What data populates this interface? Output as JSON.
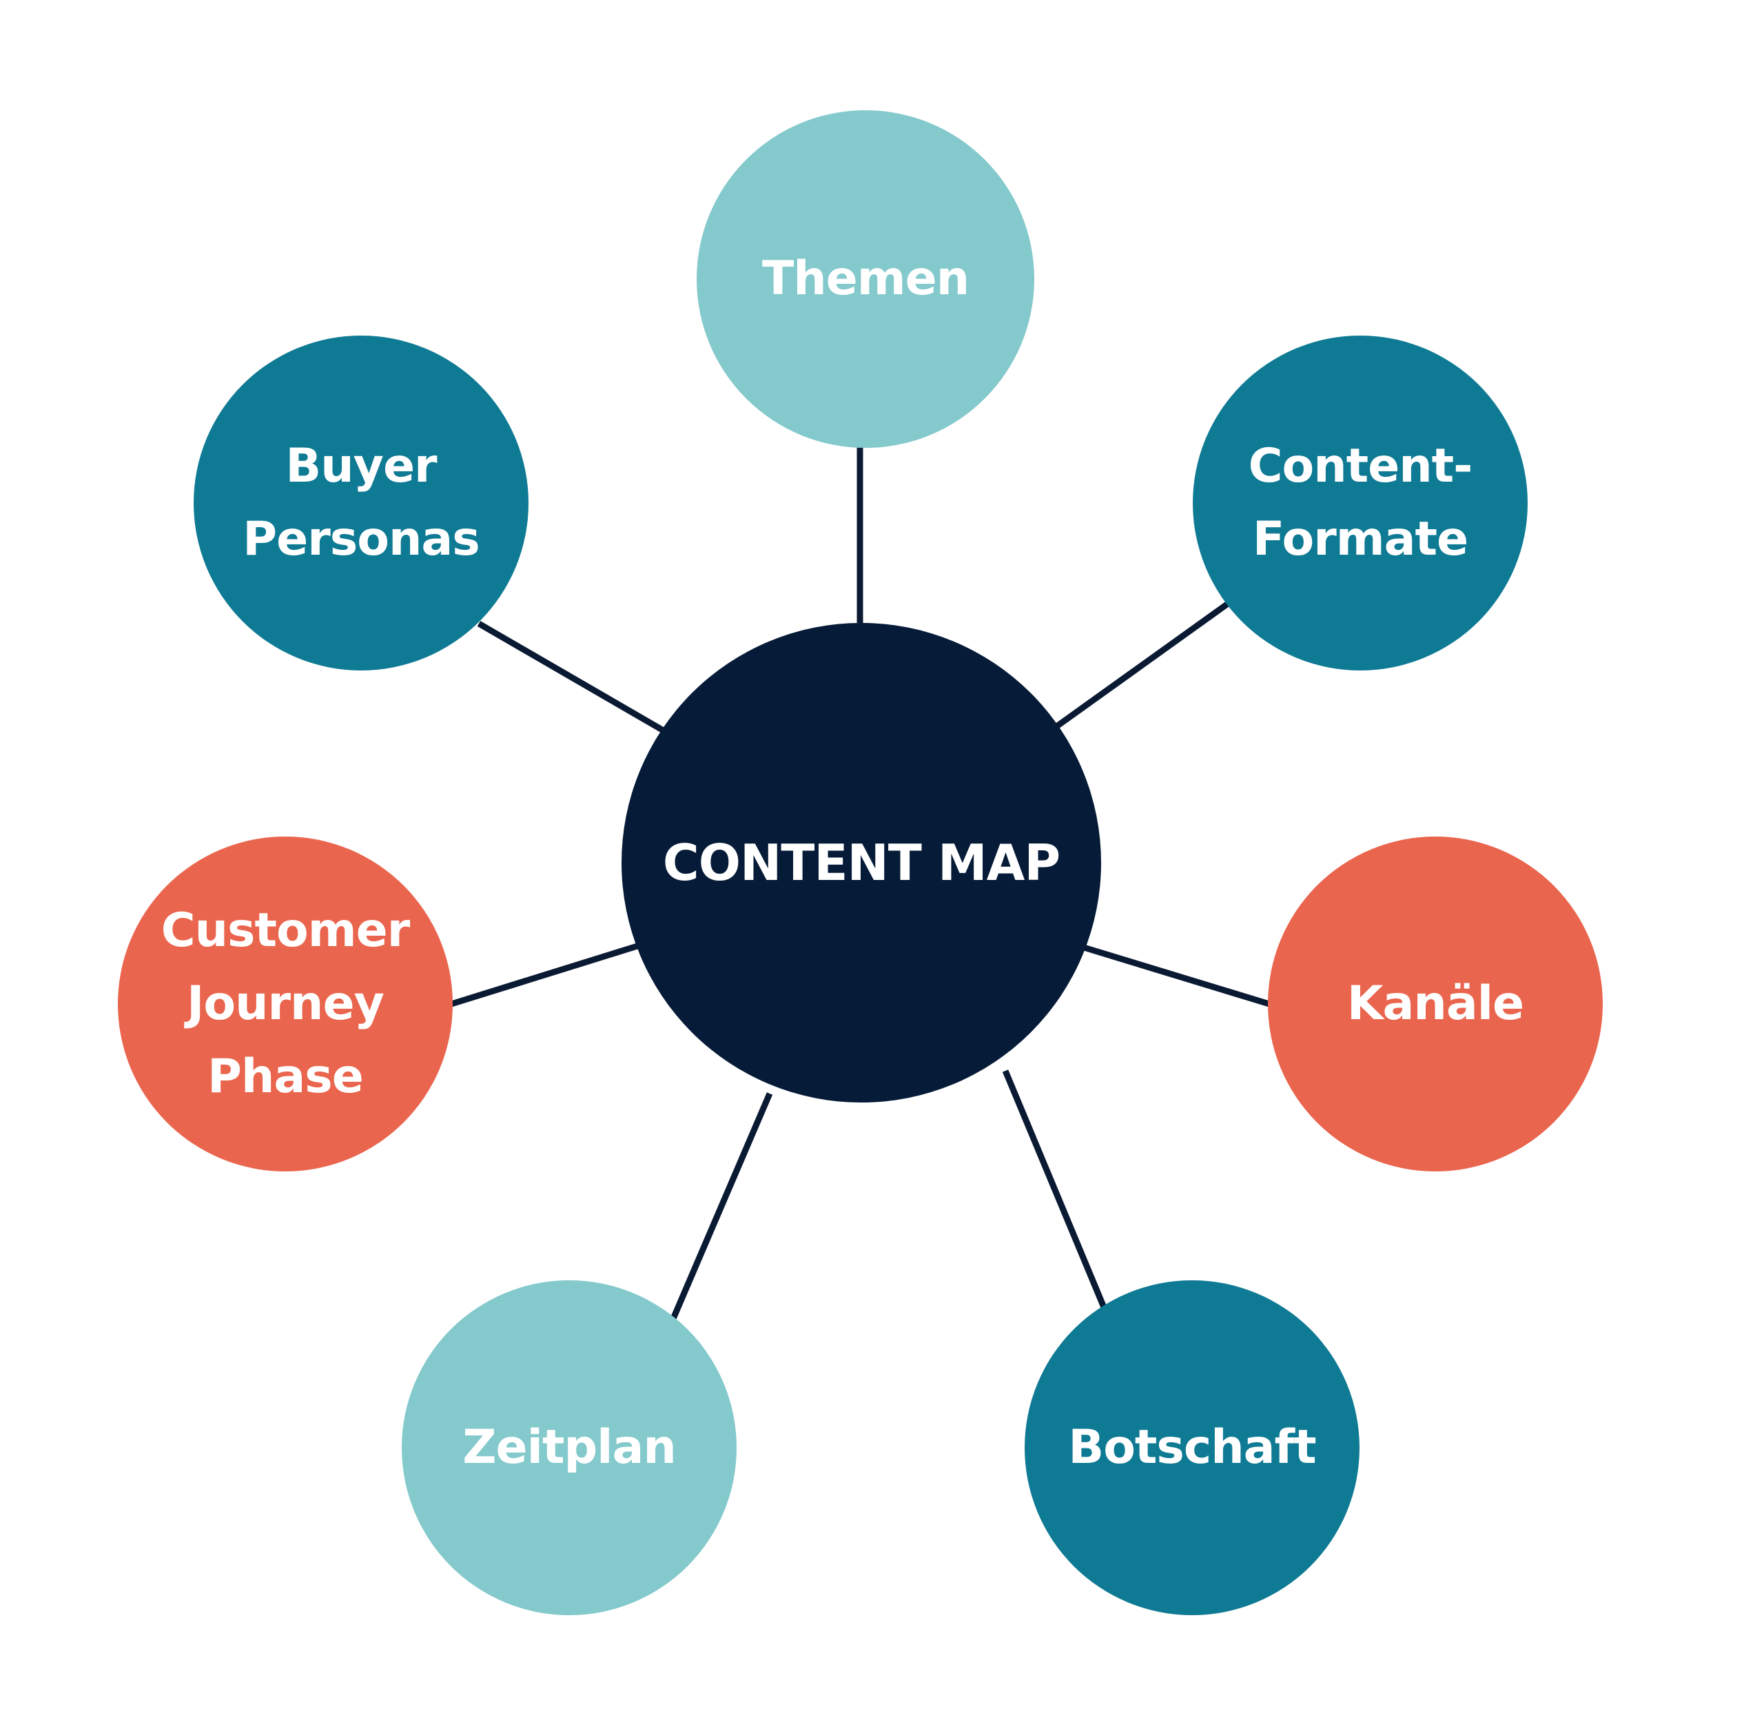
{
  "diagram": {
    "title": "Content Map",
    "colors": {
      "center": "#061b37",
      "light_teal": "#84c9cc",
      "dark_teal": "#0f7a94",
      "coral": "#ea654e",
      "connector": "#0b1a33",
      "label_text": "#ffffff"
    },
    "center": {
      "label": "CONTENT MAP",
      "color_key": "center"
    },
    "nodes": [
      {
        "id": "themen",
        "label": "Themen",
        "color_key": "light_teal"
      },
      {
        "id": "content-formate",
        "label": "Content-\nFormate",
        "color_key": "dark_teal"
      },
      {
        "id": "kanaele",
        "label": "Kanäle",
        "color_key": "coral"
      },
      {
        "id": "botschaft",
        "label": "Botschaft",
        "color_key": "dark_teal"
      },
      {
        "id": "zeitplan",
        "label": "Zeitplan",
        "color_key": "light_teal"
      },
      {
        "id": "customer-journey-phase",
        "label": "Customer\nJourney\nPhase",
        "color_key": "coral"
      },
      {
        "id": "buyer-personas",
        "label": "Buyer\nPersonas",
        "color_key": "dark_teal"
      }
    ],
    "edges": [
      {
        "from": "center",
        "to": "themen"
      },
      {
        "from": "center",
        "to": "content-formate"
      },
      {
        "from": "center",
        "to": "kanaele"
      },
      {
        "from": "center",
        "to": "botschaft"
      },
      {
        "from": "center",
        "to": "zeitplan"
      },
      {
        "from": "center",
        "to": "customer-journey-phase"
      },
      {
        "from": "center",
        "to": "buyer-personas"
      }
    ]
  }
}
